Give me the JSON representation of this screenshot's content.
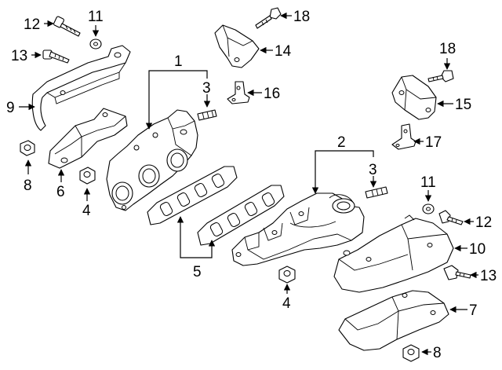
{
  "diagram": {
    "callouts": [
      {
        "key": "c1",
        "label": "1"
      },
      {
        "key": "c2",
        "label": "2"
      },
      {
        "key": "c3a",
        "label": "3"
      },
      {
        "key": "c3b",
        "label": "3"
      },
      {
        "key": "c4a",
        "label": "4"
      },
      {
        "key": "c4b",
        "label": "4"
      },
      {
        "key": "c5",
        "label": "5"
      },
      {
        "key": "c6",
        "label": "6"
      },
      {
        "key": "c7",
        "label": "7"
      },
      {
        "key": "c8a",
        "label": "8"
      },
      {
        "key": "c8b",
        "label": "8"
      },
      {
        "key": "c9",
        "label": "9"
      },
      {
        "key": "c10",
        "label": "10"
      },
      {
        "key": "c11a",
        "label": "11"
      },
      {
        "key": "c11b",
        "label": "11"
      },
      {
        "key": "c12a",
        "label": "12"
      },
      {
        "key": "c12b",
        "label": "12"
      },
      {
        "key": "c13a",
        "label": "13"
      },
      {
        "key": "c13b",
        "label": "13"
      },
      {
        "key": "c14",
        "label": "14"
      },
      {
        "key": "c15",
        "label": "15"
      },
      {
        "key": "c16",
        "label": "16"
      },
      {
        "key": "c17",
        "label": "17"
      },
      {
        "key": "c18a",
        "label": "18"
      },
      {
        "key": "c18b",
        "label": "18"
      }
    ]
  }
}
